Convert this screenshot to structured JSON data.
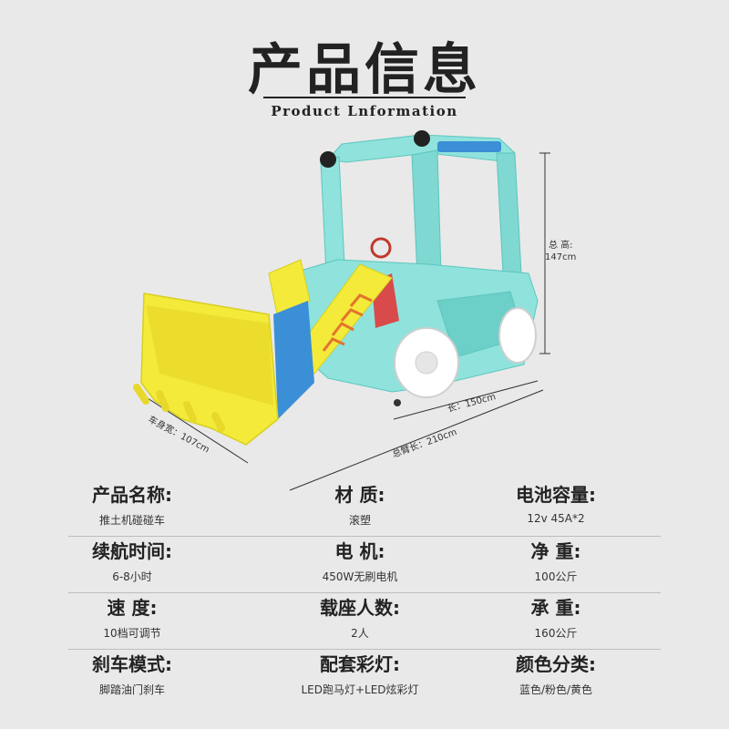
{
  "header": {
    "title": "产品信息",
    "subtitle": "Product Lnformation"
  },
  "dimensions": {
    "height_label": "总 高:",
    "height_value": "147cm",
    "length": "长：150cm",
    "total_length": "总臂长：210cm",
    "width": "车身宽：107cm"
  },
  "colors": {
    "body": "#8fe3dc",
    "bucket": "#f3ea3a",
    "arm_panel": "#3b8fd6",
    "wheel": "#ffffff",
    "background": "#e9e9e9"
  },
  "specs": [
    [
      {
        "label": "产品名称:",
        "value": "推土机碰碰车"
      },
      {
        "label": "材  质:",
        "value": "滚塑"
      },
      {
        "label": "电池容量:",
        "value": "12v  45A*2"
      }
    ],
    [
      {
        "label": "续航时间:",
        "value": "6-8小时"
      },
      {
        "label": "电  机:",
        "value": "450W无刷电机"
      },
      {
        "label": "净  重:",
        "value": "100公斤"
      }
    ],
    [
      {
        "label": "速  度:",
        "value": "10档可调节"
      },
      {
        "label": "载座人数:",
        "value": "2人"
      },
      {
        "label": "承  重:",
        "value": "160公斤"
      }
    ],
    [
      {
        "label": "刹车模式:",
        "value": "脚踏油门刹车"
      },
      {
        "label": "配套彩灯:",
        "value": "LED跑马灯+LED炫彩灯"
      },
      {
        "label": "颜色分类:",
        "value": "蓝色/粉色/黄色"
      }
    ]
  ]
}
